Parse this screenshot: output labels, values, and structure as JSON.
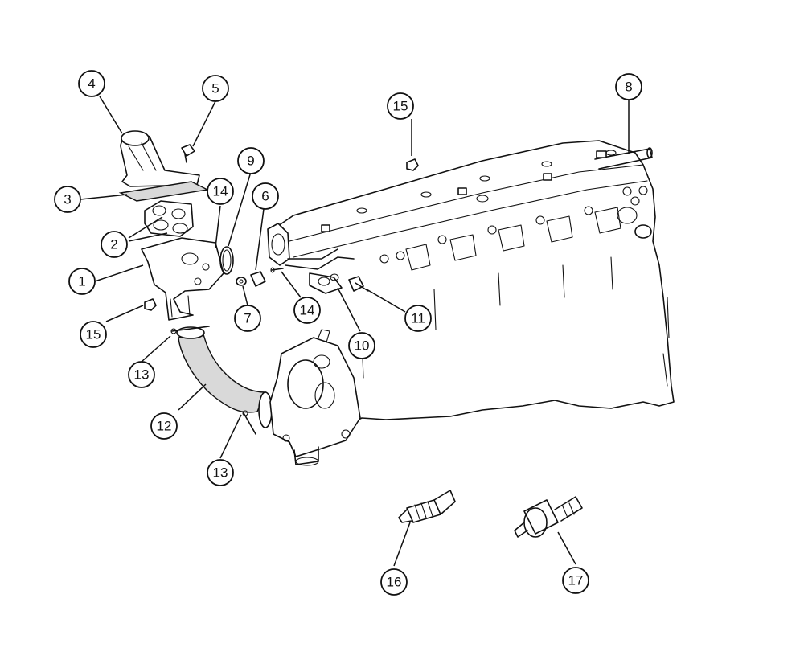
{
  "diagram": {
    "callouts": [
      {
        "id": "c4",
        "label": "4"
      },
      {
        "id": "c5",
        "label": "5"
      },
      {
        "id": "c3",
        "label": "3"
      },
      {
        "id": "c14a",
        "label": "14"
      },
      {
        "id": "c9",
        "label": "9"
      },
      {
        "id": "c6",
        "label": "6"
      },
      {
        "id": "c2",
        "label": "2"
      },
      {
        "id": "c1",
        "label": "1"
      },
      {
        "id": "c7",
        "label": "7"
      },
      {
        "id": "c15a",
        "label": "15"
      },
      {
        "id": "c13a",
        "label": "13"
      },
      {
        "id": "c12",
        "label": "12"
      },
      {
        "id": "c13b",
        "label": "13"
      },
      {
        "id": "c15b",
        "label": "15"
      },
      {
        "id": "c8",
        "label": "8"
      },
      {
        "id": "c14b",
        "label": "14"
      },
      {
        "id": "c10",
        "label": "10"
      },
      {
        "id": "c11",
        "label": "11"
      },
      {
        "id": "c16",
        "label": "16"
      },
      {
        "id": "c17",
        "label": "17"
      }
    ]
  }
}
